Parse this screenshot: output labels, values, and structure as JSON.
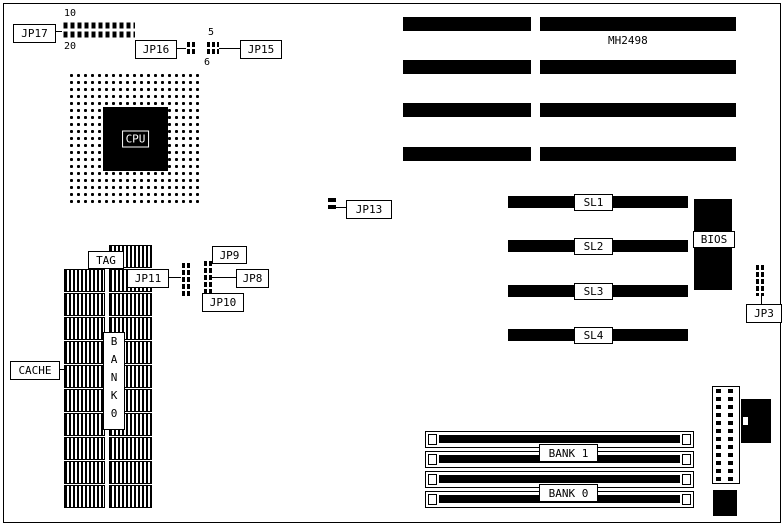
{
  "board": {
    "model": "MH2498"
  },
  "colors": {
    "ink": "#000000",
    "background": "#ffffff"
  },
  "cpu": {
    "label": "CPU"
  },
  "bios": {
    "label": "BIOS"
  },
  "cache": {
    "label": "CACHE",
    "tag": "TAG",
    "bank_vertical": "B\nA\nN\nK\n0"
  },
  "jumpers": {
    "jp17": "JP17",
    "jp16": "JP16",
    "jp15": "JP15",
    "jp13": "JP13",
    "jp11": "JP11",
    "jp10": "JP10",
    "jp9": "JP9",
    "jp8": "JP8",
    "jp3": "JP3"
  },
  "pin_numbers": {
    "jp17_top": "10",
    "jp17_bottom": "20",
    "jp15_top": "5",
    "jp15_bottom": "6"
  },
  "slots": {
    "sl1": "SL1",
    "sl2": "SL2",
    "sl3": "SL3",
    "sl4": "SL4"
  },
  "memory": {
    "bank1": "BANK 1",
    "bank0": "BANK 0"
  }
}
